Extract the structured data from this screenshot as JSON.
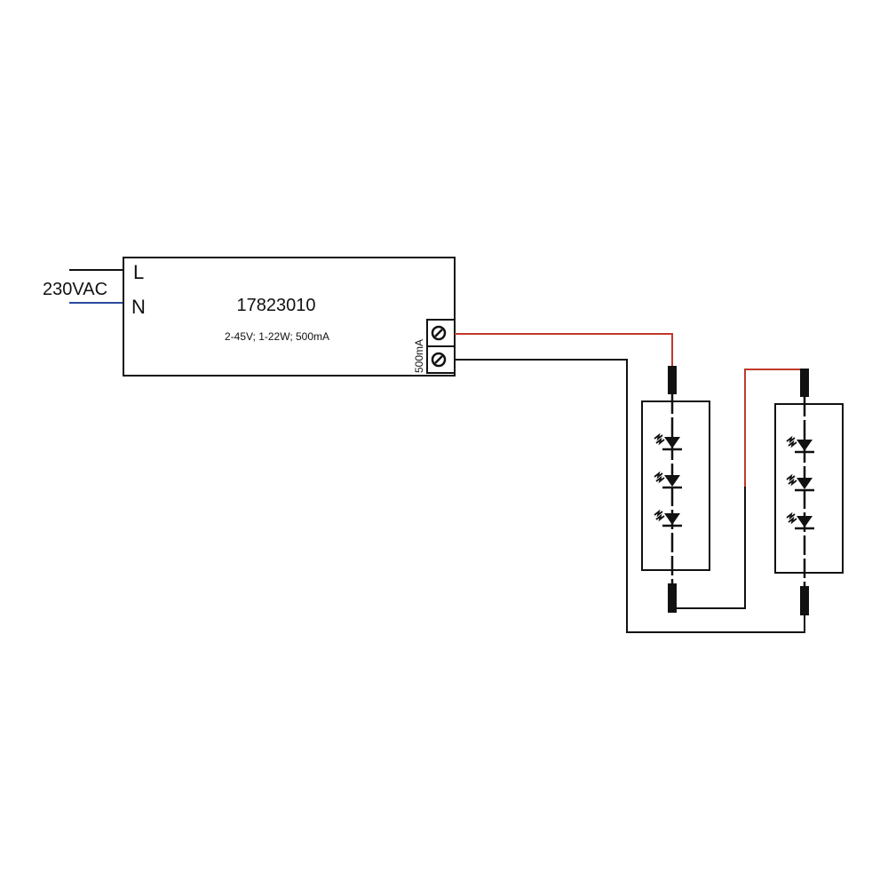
{
  "input": {
    "voltage_label": "230VAC",
    "line_label": "L",
    "neutral_label": "N"
  },
  "driver": {
    "model": "17823010",
    "specs": "2-45V; 1-22W; 500mA",
    "output_label": "500mA"
  },
  "colors": {
    "wire_black": "#111111",
    "wire_red": "#c0392b",
    "wire_blue": "#2b4aa0"
  },
  "led_modules": [
    {
      "led_count": 3
    },
    {
      "led_count": 3
    }
  ]
}
